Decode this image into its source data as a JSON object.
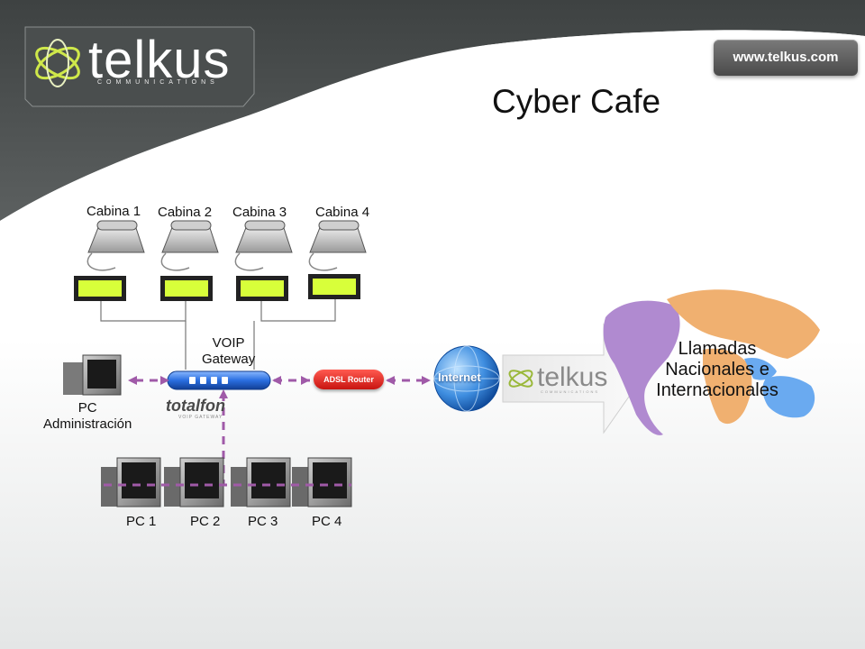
{
  "header": {
    "logo_word": "telkus",
    "logo_sub": "COMMUNICATIONS",
    "url": "www.telkus.com"
  },
  "title": "Cyber Cafe",
  "cabinas": [
    "Cabina 1",
    "Cabina 2",
    "Cabina 3",
    "Cabina 4"
  ],
  "gateway": {
    "line1": "VOIP",
    "line2": "Gateway"
  },
  "admin": {
    "line1": "PC",
    "line2": "Administración"
  },
  "totalfon": {
    "brand": "totalfon",
    "sub": "VOIP GATEWAY"
  },
  "router": "ADSL Router",
  "internet": "Internet",
  "telkus_arrow": {
    "word": "telkus",
    "sub": "COMMUNICATIONS"
  },
  "pcs": [
    "PC 1",
    "PC 2",
    "PC 3",
    "PC 4"
  ],
  "destination": {
    "line1": "Llamadas",
    "line2": "Nacionales e",
    "line3": "Internacionales"
  },
  "colors": {
    "header_dark": "#4d5151",
    "header_light": "#d8dcdc",
    "dashed_line": "#a05aa8",
    "lcd_green": "#d8ff3a",
    "gateway_blue": "#2a6ee0",
    "router_red": "#d82020"
  }
}
